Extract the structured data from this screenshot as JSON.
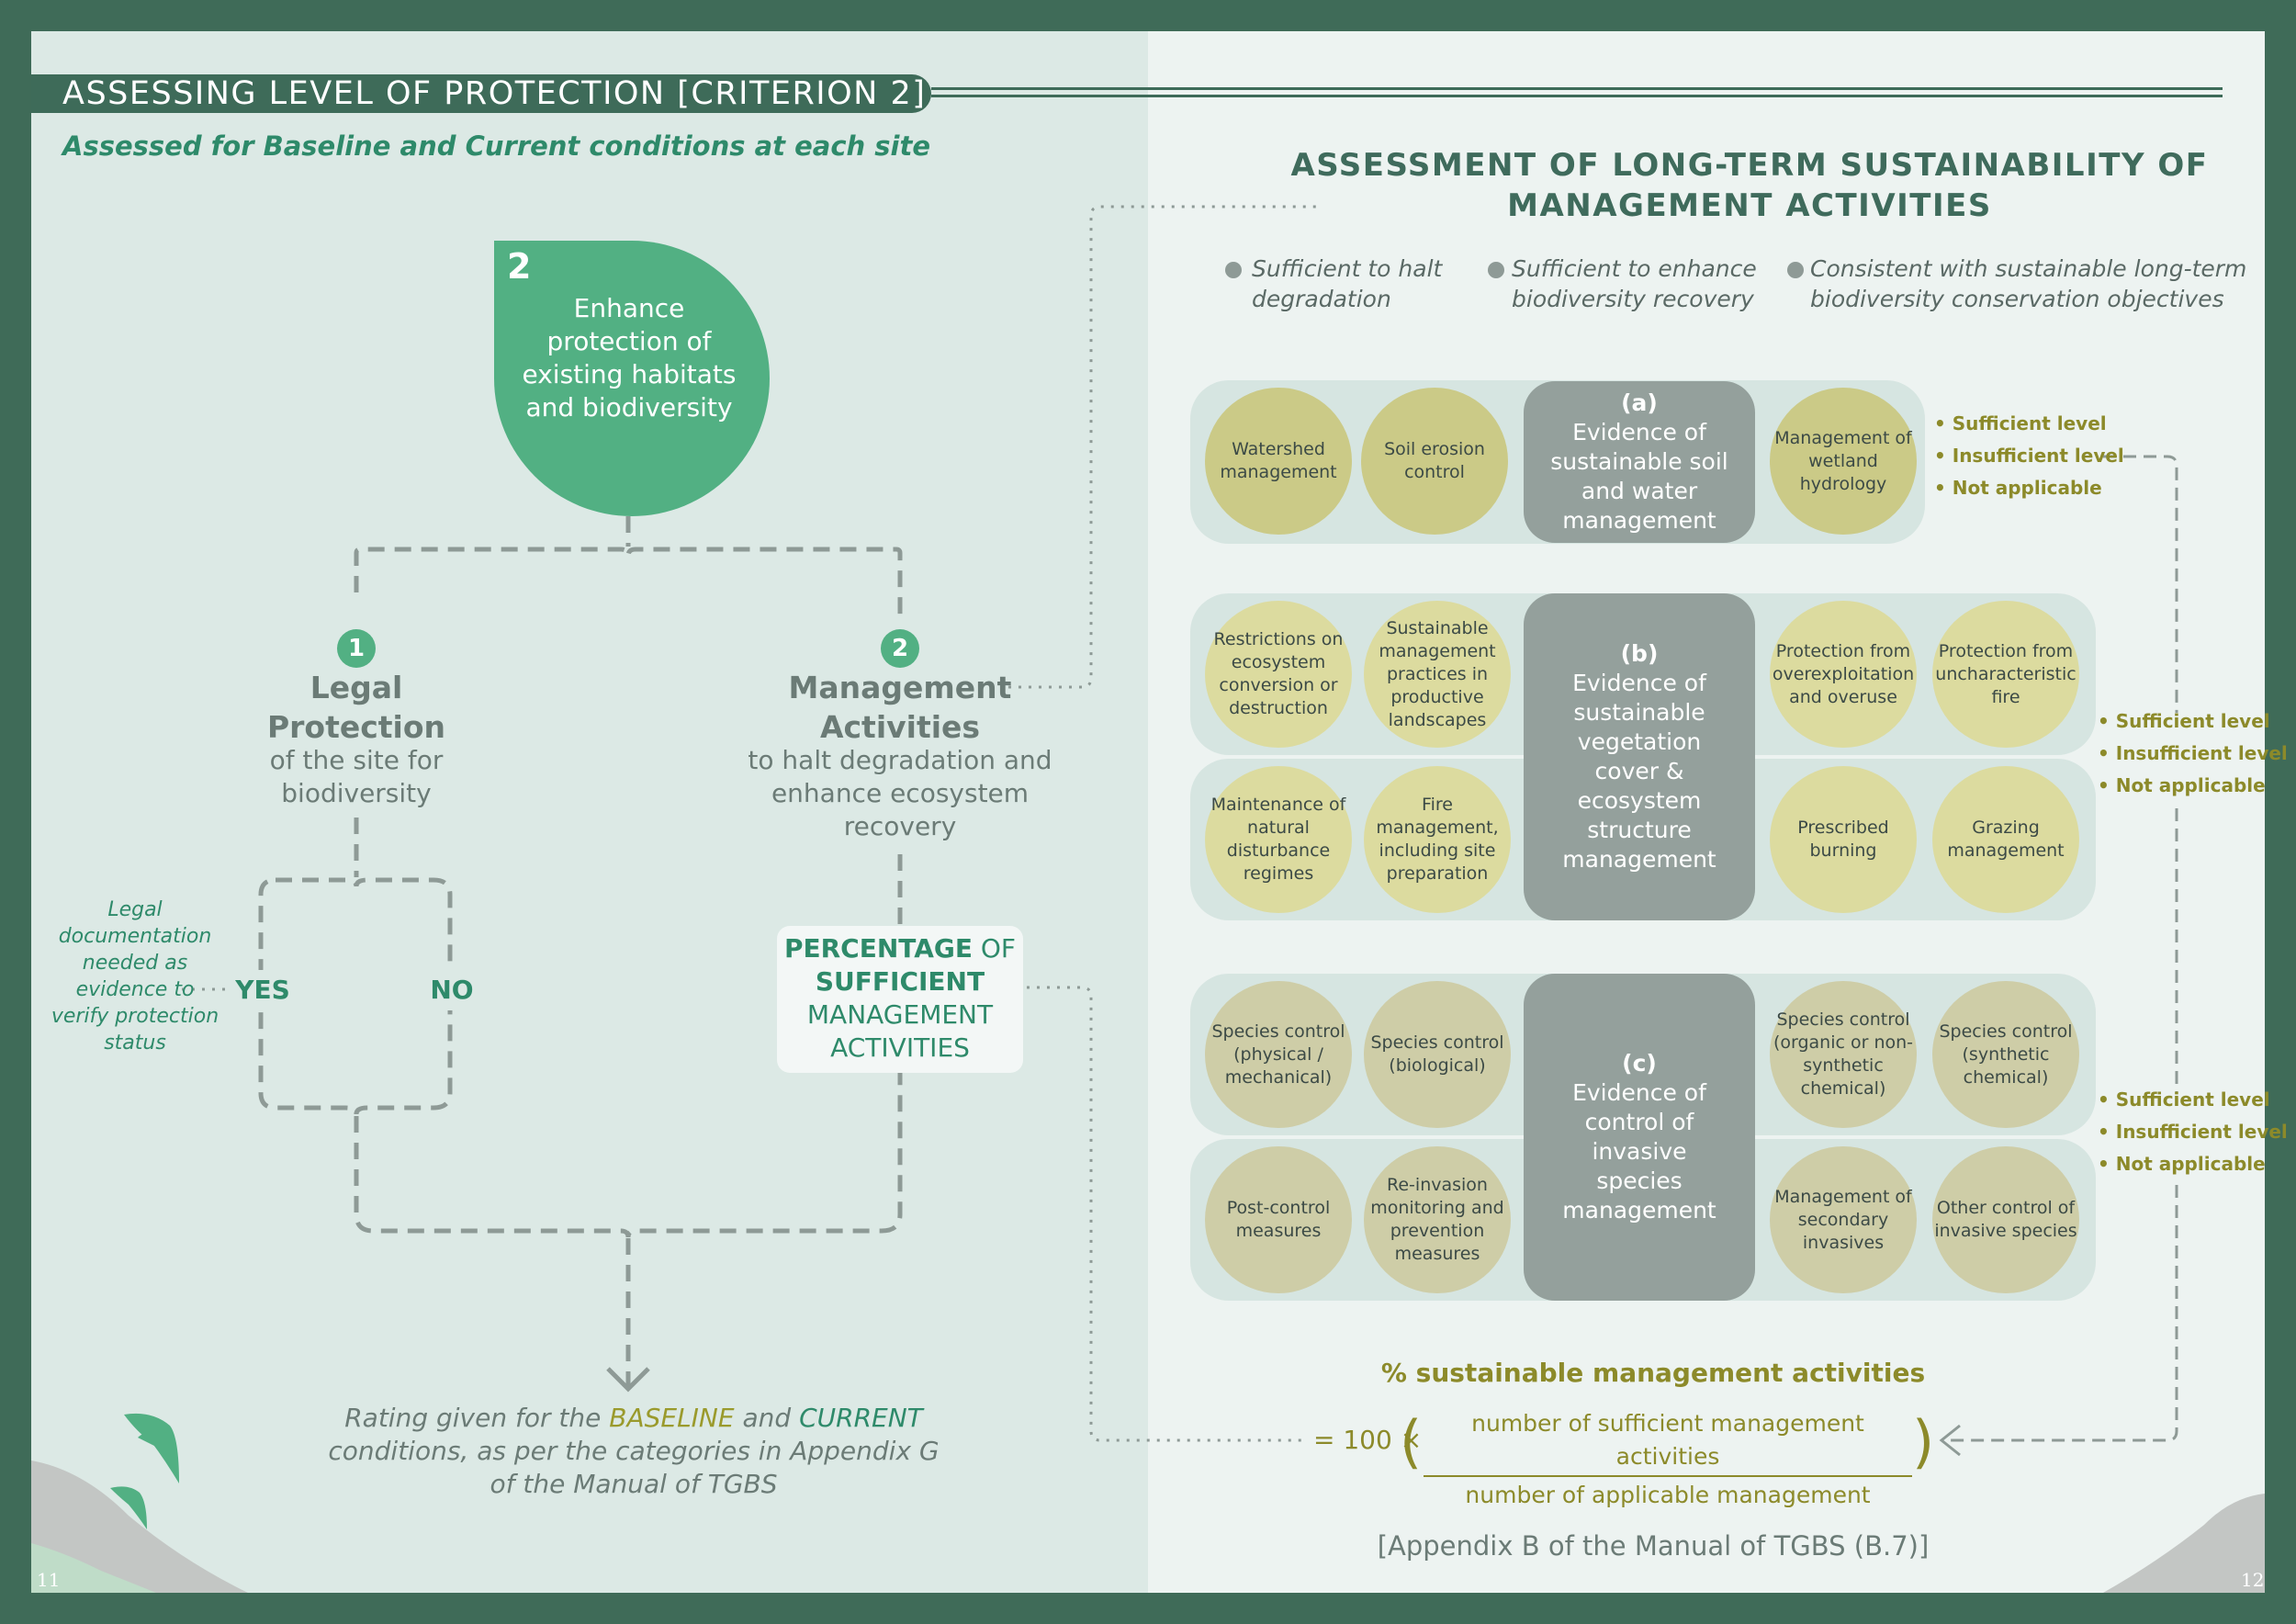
{
  "header": {
    "title": "ASSESSING LEVEL OF PROTECTION [CRITERION 2]",
    "subtitle": "Assessed for Baseline and Current conditions at each site"
  },
  "objective": {
    "number": "2",
    "text": "Enhance protection of existing habitats and biodiversity"
  },
  "branches": {
    "legal": {
      "number": "1",
      "title": "Legal Protection",
      "desc": "of the site for biodiversity"
    },
    "management": {
      "number": "2",
      "title": "Management Activities",
      "desc": "to halt degradation and enhance ecosystem recovery"
    }
  },
  "legal_note": "Legal documentation needed as evidence to verify protection status",
  "yes_label": "YES",
  "no_label": "NO",
  "percentage_box": {
    "word1": "PERCENTAGE",
    "word2": "OF",
    "word3": "SUFFICIENT",
    "rest": "MANAGEMENT ACTIVITIES"
  },
  "rating": {
    "part1": "Rating given for the",
    "baseline": "BASELINE",
    "and": "and",
    "current": "CURRENT",
    "part2": "conditions, as per the categories in Appendix G of the Manual of TGBS"
  },
  "assessment": {
    "title": "ASSESSMENT OF LONG-TERM SUSTAINABILITY OF MANAGEMENT ACTIVITIES",
    "criteria": [
      "Sufficient to halt degradation",
      "Sufficient to enhance biodiversity recovery",
      "Consistent with sustainable long-term biodiversity conservation objectives"
    ]
  },
  "groups": {
    "a": {
      "letter": "(a)",
      "label": "Evidence of sustainable soil and water management",
      "items": [
        "Watershed management",
        "Soil erosion control",
        "Management of wetland hydrology"
      ]
    },
    "b": {
      "letter": "(b)",
      "label": "Evidence of sustainable vegetation cover & ecosystem structure management",
      "items": [
        "Restrictions on ecosystem conversion or destruction",
        "Sustainable management practices in productive landscapes",
        "Protection from overexploitation and overuse",
        "Protection from uncharacteristic fire",
        "Maintenance of natural disturbance regimes",
        "Fire management, including site preparation",
        "Prescribed burning",
        "Grazing management"
      ]
    },
    "c": {
      "letter": "(c)",
      "label": "Evidence of control of invasive species management",
      "items": [
        "Species control (physical / mechanical)",
        "Species control (biological)",
        "Species control (organic or non-synthetic chemical)",
        "Species control (synthetic chemical)",
        "Post-control measures",
        "Re-invasion monitoring and prevention measures",
        "Management of secondary invasives",
        "Other control of invasive species"
      ]
    }
  },
  "levels": [
    "• Sufficient level",
    "• Insufficient level",
    "• Not applicable"
  ],
  "formula": {
    "title": "% sustainable management activities",
    "prefix": "= 100 ×",
    "numerator": "number of sufficient management activities",
    "denominator": "number of applicable management"
  },
  "appendix_ref": "[Appendix B of the Manual of TGBS (B.7)]",
  "page_numbers": {
    "left": "11",
    "right": "12"
  },
  "colors": {
    "frame": "#3f6b58",
    "accent_green": "#52b083",
    "olive": "#8c8a2a",
    "box_gray": "#94a09c"
  }
}
